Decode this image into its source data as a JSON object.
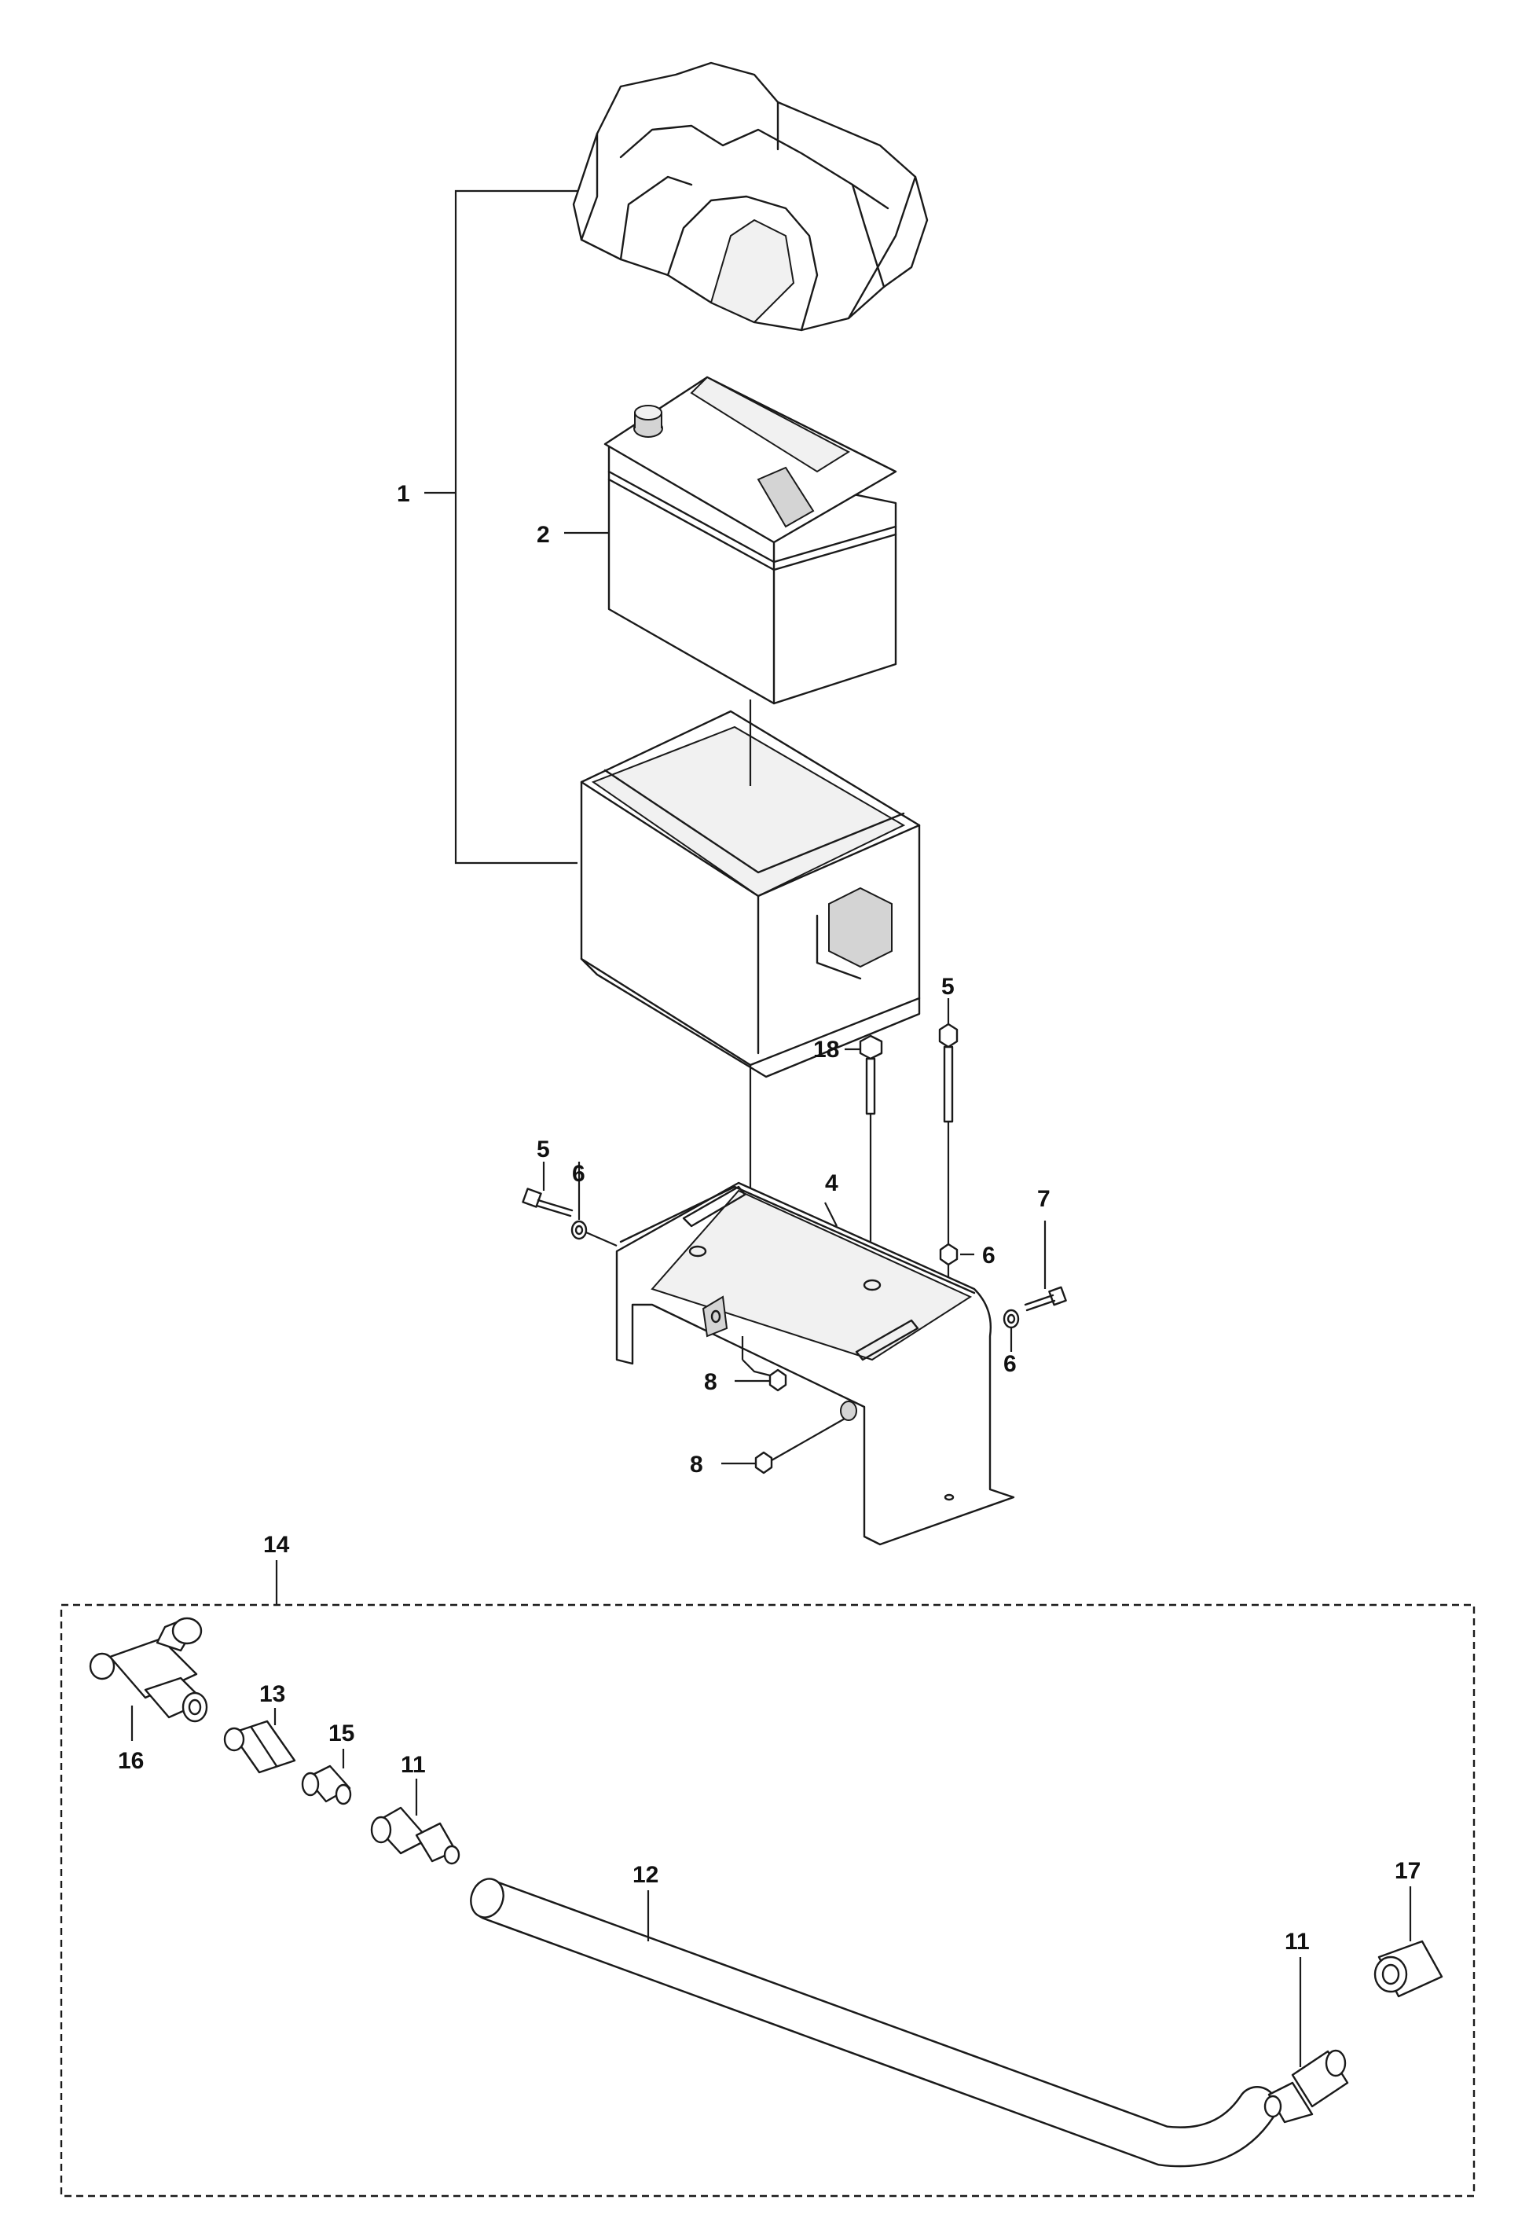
{
  "diagram": {
    "callouts": {
      "c1": "1",
      "c2": "2",
      "c4": "4",
      "c5a": "5",
      "c5b": "5",
      "c6a": "6",
      "c6b": "6",
      "c6c": "6",
      "c7": "7",
      "c8a": "8",
      "c8b": "8",
      "c11a": "11",
      "c11b": "11",
      "c12": "12",
      "c13": "13",
      "c14": "14",
      "c15": "15",
      "c16": "16",
      "c17": "17",
      "c18": "18"
    }
  }
}
